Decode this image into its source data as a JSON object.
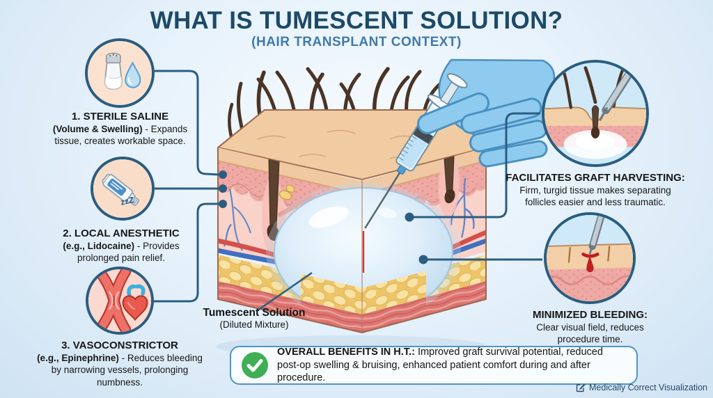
{
  "title": "WHAT IS TUMESCENT SOLUTION?",
  "subtitle": "(HAIR TRANSPLANT CONTEXT)",
  "ingredients": [
    {
      "number_title": "1. STERILE SALINE",
      "qualifier": "(Volume & Swelling)",
      "description": "- Expands tissue, creates workable space.",
      "icon": "salt-shaker-and-droplet-icon"
    },
    {
      "number_title": "2. LOCAL ANESTHETIC",
      "qualifier": "(e.g., Lidocaine)",
      "description": "- Provides prolonged pain relief.",
      "icon": "numbing-cream-tube-icon",
      "snore_label": "zzZ"
    },
    {
      "number_title": "3. VASOCONSTRICTOR",
      "qualifier": "(e.g., Epinephrine)",
      "description": "- Reduces bleeding by narrowing vessels, prolonging numbness.",
      "icon": "constricted-vessel-and-heart-icon"
    }
  ],
  "benefits": [
    {
      "title": "FACILITATES GRAFT HARVESTING:",
      "description": "Firm, turgid tissue makes separating follicles easier and less traumatic.",
      "icon": "graft-harvesting-illustration"
    },
    {
      "title": "MINIMIZED BLEEDING:",
      "description": "Clear visual field, reduces procedure time.",
      "icon": "minimized-bleeding-illustration"
    }
  ],
  "center_label": {
    "title": "Tumescent Solution",
    "subtitle": "(Diluted Mixture)"
  },
  "footer": {
    "benefits_bold": "OVERALL BENEFITS IN H.T.:",
    "benefits_text": "Improved graft survival potential, reduced post-op swelling & bruising, enhanced patient comfort during and after procedure.",
    "check_icon": "check-icon"
  },
  "watermark": "Medically Correct Visualization",
  "colors": {
    "title": "#1c4a68",
    "subtitle": "#4079a8",
    "connector": "#2a5d80",
    "circle_border": "#2a5d80",
    "banner_border": "#4f94c9",
    "check_green": "#3fae55",
    "skin_top": "#f0c9a2",
    "dermis_pink": "#f9d2c9",
    "fat_yellow": "#f2cf7f",
    "muscle_red": "#e07c78",
    "solution_blue": "#dceefa",
    "glove_blue": "#8ecbee",
    "watermark_text": "#27486b"
  }
}
